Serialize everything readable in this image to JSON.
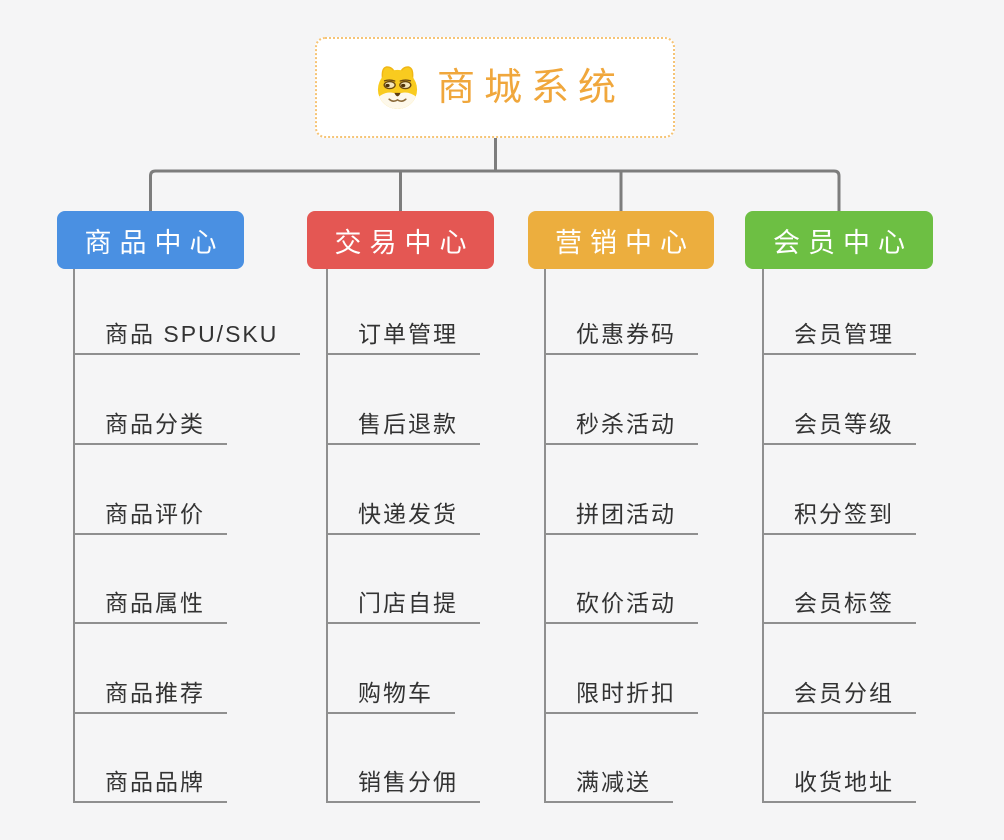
{
  "colors": {
    "background": "#f5f5f6",
    "root_title": "#f0a73c",
    "root_border": "#f6c476",
    "connector": "#7d7d7d",
    "leaf_line": "#8f8f8f",
    "leaf_text": "#333333"
  },
  "root": {
    "title": "商城系统",
    "icon": "dog-face-icon"
  },
  "branches": [
    {
      "label": "商品中心",
      "color": "#4a90e2",
      "items": [
        "商品 SPU/SKU",
        "商品分类",
        "商品评价",
        "商品属性",
        "商品推荐",
        "商品品牌"
      ]
    },
    {
      "label": "交易中心",
      "color": "#e45753",
      "items": [
        "订单管理",
        "售后退款",
        "快递发货",
        "门店自提",
        "购物车",
        "销售分佣"
      ]
    },
    {
      "label": "营销中心",
      "color": "#ecae3e",
      "items": [
        "优惠券码",
        "秒杀活动",
        "拼团活动",
        "砍价活动",
        "限时折扣",
        "满减送"
      ]
    },
    {
      "label": "会员中心",
      "color": "#6dbf43",
      "items": [
        "会员管理",
        "会员等级",
        "积分签到",
        "会员标签",
        "会员分组",
        "收货地址"
      ]
    }
  ]
}
